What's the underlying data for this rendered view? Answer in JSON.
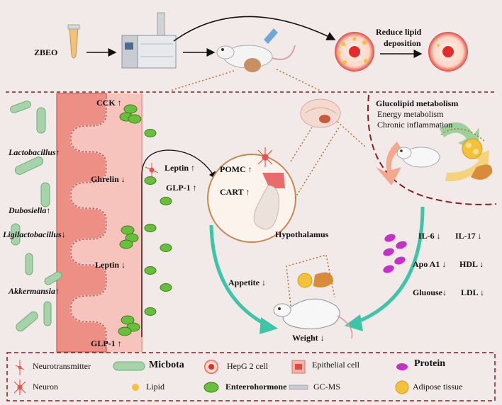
{
  "top": {
    "zbeo": "ZBEO",
    "reduce_line1": "Reduce lipid",
    "reduce_line2": "deposition"
  },
  "gut": {
    "hormones": [
      "CCK",
      "Ghrelin",
      "Leptin",
      "GLP-1"
    ],
    "hormone_trends": [
      "up",
      "down",
      "down",
      "up"
    ],
    "bacteria": [
      "Lactobacillus",
      "Dubosiella",
      "Ligilactobacillus",
      "Akkermansia"
    ],
    "bacteria_trends": [
      "up",
      "up",
      "down",
      "up"
    ]
  },
  "neuron_signals": {
    "items": [
      "Leptin",
      "GLP-1"
    ],
    "trends": [
      "up",
      "up"
    ]
  },
  "hypothalamus": {
    "items": [
      "POMC",
      "CART"
    ],
    "trends": [
      "up",
      "up"
    ],
    "label": "Hypothalamus"
  },
  "metabolism": {
    "title": "Glucolipid metabolism",
    "lines": [
      "Energy metabolism",
      "Chronic inflammation"
    ]
  },
  "markers": {
    "rows": [
      [
        {
          "name": "IL-6",
          "trend": "down"
        },
        {
          "name": "IL-17",
          "trend": "down"
        }
      ],
      [
        {
          "name": "Apo A1",
          "trend": "down"
        },
        {
          "name": "HDL",
          "trend": "down"
        }
      ],
      [
        {
          "name": "Gluouse",
          "trend": "down"
        },
        {
          "name": "LDL",
          "trend": "down"
        }
      ]
    ]
  },
  "outcome": {
    "appetite": "Appetite",
    "appetite_trend": "down",
    "weight": "Weight",
    "weight_trend": "down"
  },
  "legend": {
    "neurotransmitter": "Neurotransmitter",
    "micbota": "Micbota",
    "hepg2": "HepG 2 cell",
    "epithelial": "Epithelial cell",
    "protein": "Protein",
    "neuron": "Neuron",
    "lipid": "Lipid",
    "enteerohormone": "Enteerohormone",
    "gcms": "GC-MS",
    "adipose": "Adipose tissue"
  },
  "colors": {
    "background": "#f6eded",
    "gut_wall": "#f0a49b",
    "microbe": "#a6d3a9",
    "hormone": "#69bf3c",
    "protein": "#c431c8",
    "lipid": "#f4c23a",
    "dashed_border": "#8a1d1d",
    "arrow_teal": "#3cc6a7"
  }
}
